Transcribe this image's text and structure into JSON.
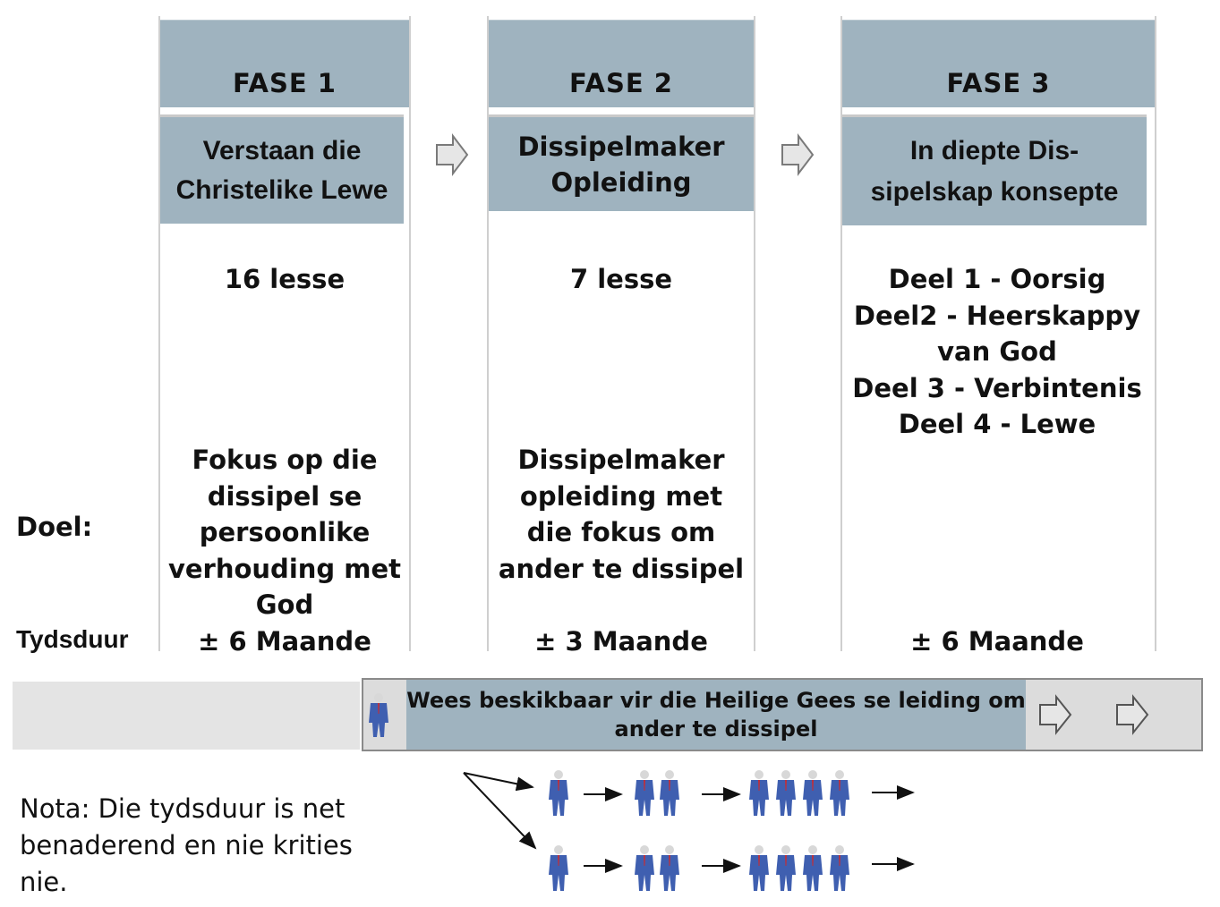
{
  "phases": [
    {
      "title": "FASE 1",
      "name": "Verstaan die\nChristelike Lewe",
      "lessons": "16 lesse",
      "goal": "Fokus op die\ndissipel se\npersoonlike\nverhouding met\nGod",
      "duration": "± 6 Maande"
    },
    {
      "title": "FASE 2",
      "name": "Dissipelmaker\nOpleiding",
      "lessons": "7 lesse",
      "goal": "Dissipelmaker\nopleiding met\ndie fokus om\nander te dissipel",
      "duration": "± 3 Maande"
    },
    {
      "title": "FASE 3",
      "name": "In diepte Dis-\nsipelskap konsepte",
      "lessons": "Deel 1 - Oorsig\nDeel2 - Heerskappy\nvan God\nDeel 3 - Verbintenis\nDeel 4 - Lewe",
      "goal": "",
      "duration": "± 6 Maande"
    }
  ],
  "labels": {
    "goal": "Doel:",
    "duration": "Tydsduur"
  },
  "banner": {
    "text": "Wees beskikbaar vir die Heilige Gees se leiding om\nander te dissipel"
  },
  "note": "Nota: Die tydsduur is net\nbenaderend en nie krities\nnie.",
  "multiplication": {
    "rows": 2,
    "groups": [
      1,
      2,
      4
    ]
  },
  "colors": {
    "header": "#9fb3bf",
    "person": "#3f5fb0",
    "tie": "#c0303a"
  }
}
